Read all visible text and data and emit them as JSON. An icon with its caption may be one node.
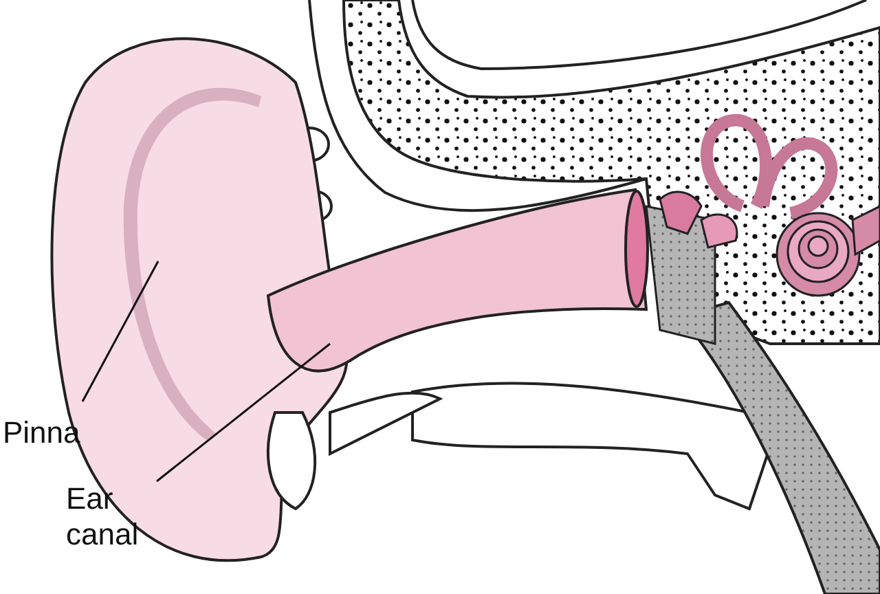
{
  "diagram": {
    "nodes": [
      {
        "text": [
          "Pinna"
        ]
      },
      {
        "text": [
          "Ear canal"
        ]
      },
      {
        "text": [],
        "shape": "picture"
      },
      {
        "text": [],
        "shape": "picture"
      }
    ],
    "edges": [
      {
        "from": 0,
        "to": 2,
        "arrow": "none"
      },
      {
        "from": 1,
        "to": 3,
        "arrow": "none"
      }
    ]
  }
}
